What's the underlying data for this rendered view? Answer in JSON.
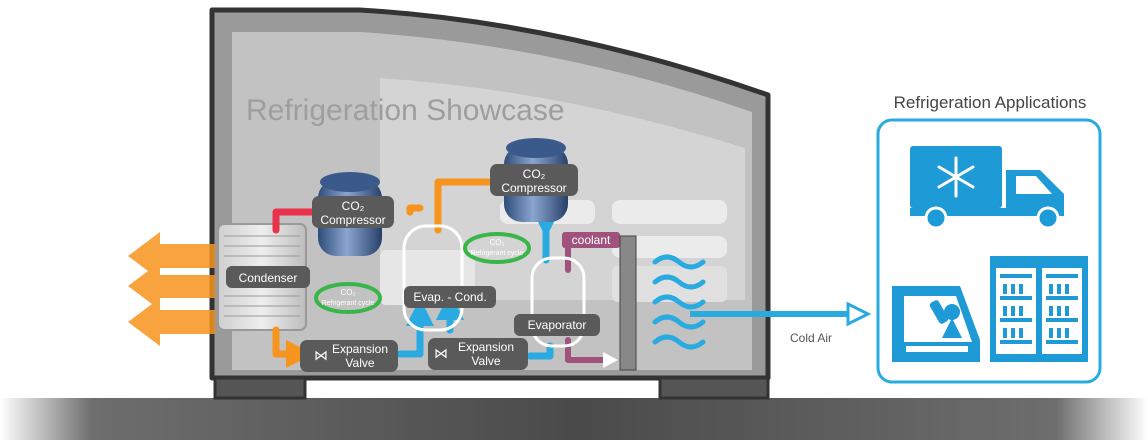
{
  "showcase_title": "Refrigeration Showcase",
  "applications_title": "Refrigeration Applications",
  "labels": {
    "compressor_left_line1": "CO₂",
    "compressor_left_line2": "Compressor",
    "compressor_right_line1": "CO₂",
    "compressor_right_line2": "Compressor",
    "condenser": "Condenser",
    "evap_cond": "Evap. - Cond.",
    "evaporator": "Evaporator",
    "expansion_valve_1_line1": "Expansion",
    "expansion_valve_1_line2": "Valve",
    "expansion_valve_2_line1": "Expansion",
    "expansion_valve_2_line2": "Valve",
    "coolant": "coolant",
    "cold_air": "Cold Air",
    "cycle_left_line1": "CO₂",
    "cycle_left_line2": "Refrigerant cycle",
    "cycle_right_line1": "CO₂",
    "cycle_right_line2": "Refrigerant cycle"
  },
  "colors": {
    "hot": "#f7941d",
    "cold": "#29abe2",
    "hot_gas": "#e8334a",
    "coolant": "#a0527d",
    "cycle": "#39b54a",
    "cabinet_outline": "#333333",
    "label_box": "#5a5a5a",
    "icons": "#1e9ad6"
  },
  "icons": [
    "snowflake-icon",
    "truck-icon",
    "ice-cream-case-icon",
    "beverage-cooler-icon"
  ]
}
